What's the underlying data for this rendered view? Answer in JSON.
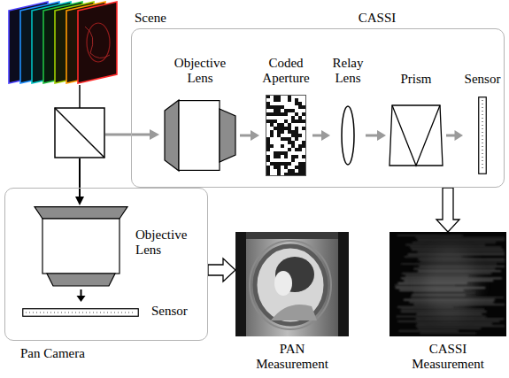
{
  "diagram": {
    "nodes": [
      {
        "text": [
          "CASSI"
        ]
      },
      {
        "text": [
          "Objective Lens"
        ],
        "in": 0
      },
      {
        "text": [
          "Coded Aperture"
        ],
        "in": 0
      },
      {
        "text": [
          "Relay Lens"
        ],
        "in": 0
      },
      {
        "text": [
          "Prism"
        ],
        "in": 0
      },
      {
        "text": [
          "Sensor"
        ],
        "in": 0
      },
      {
        "text": [
          "Pan Camera"
        ]
      },
      {
        "text": [
          "Objective Lens"
        ],
        "in": 6
      },
      {
        "text": [
          "Sensor"
        ],
        "in": 6
      },
      {
        "text": [
          "PAN Measurement"
        ]
      },
      {
        "text": [
          "CASSI Measurement"
        ]
      }
    ],
    "edges": [
      {
        "from": 1,
        "to": 2,
        "arrow": "to"
      },
      {
        "from": 2,
        "to": 3,
        "arrow": "to"
      },
      {
        "from": 3,
        "to": 4,
        "arrow": "to"
      },
      {
        "from": 4,
        "to": 5,
        "arrow": "to"
      },
      {
        "from": 7,
        "to": 8,
        "arrow": "to"
      },
      {
        "from": 6,
        "to": 9,
        "arrow": "to"
      },
      {
        "from": 0,
        "to": 10,
        "arrow": "to"
      }
    ],
    "labels": [
      "Scene"
    ]
  }
}
